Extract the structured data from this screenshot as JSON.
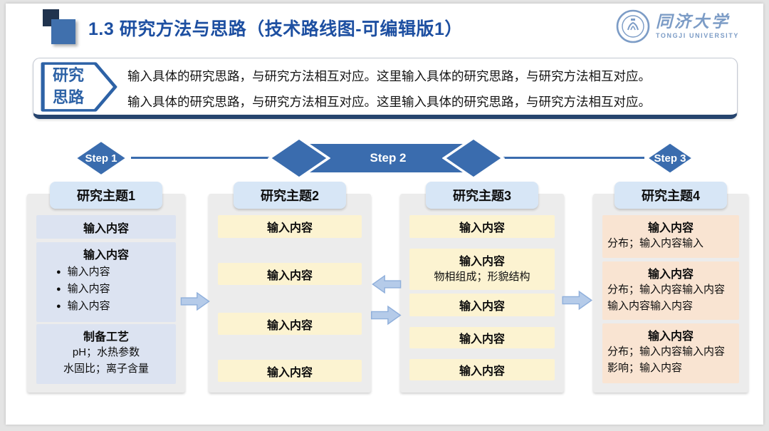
{
  "header": {
    "title": "1.3 研究方法与思路（技术路线图-可编辑版1）",
    "logo": {
      "cn": "同济大学",
      "en": "TONGJI UNIVERSITY"
    }
  },
  "intro": {
    "label_lines": [
      "研究",
      "思路"
    ],
    "lines": [
      "输入具体的研究思路，与研究方法相互对应。这里输入具体的研究思路，与研究方法相互对应。",
      "输入具体的研究思路，与研究方法相互对应。这里输入具体的研究思路，与研究方法相互对应。"
    ]
  },
  "steps": [
    "Step 1",
    "Step 2",
    "Step 3"
  ],
  "columns": [
    {
      "title": "研究主题1",
      "boxes": [
        {
          "title": "输入内容"
        },
        {
          "title": "输入内容",
          "bullets": [
            {
              "icon": "●",
              "text": "输入内容"
            },
            {
              "icon": "●",
              "text": "输入内容"
            },
            {
              "icon": "●",
              "text": "输入内容"
            }
          ]
        },
        {
          "title": "制备工艺",
          "lines": [
            "pH；水热参数",
            "水固比；离子含量"
          ]
        }
      ]
    },
    {
      "title": "研究主题2",
      "boxes": [
        {
          "title": "输入内容"
        },
        {
          "title": "输入内容"
        },
        {
          "title": "输入内容"
        },
        {
          "title": "输入内容"
        }
      ]
    },
    {
      "title": "研究主题3",
      "boxes": [
        {
          "title": "输入内容"
        },
        {
          "title": "输入内容",
          "lines": [
            "物相组成；形貌结构"
          ]
        },
        {
          "title": "输入内容"
        },
        {
          "title": "输入内容"
        },
        {
          "title": "输入内容"
        }
      ]
    },
    {
      "title": "研究主题4",
      "boxes": [
        {
          "title": "输入内容",
          "body": "分布；输入内容输入"
        },
        {
          "title": "输入内容",
          "body": "分布；输入内容输入内容输入内容输入内容"
        },
        {
          "title": "输入内容",
          "body": "分布；输入内容输入内容影响；输入内容"
        }
      ]
    }
  ],
  "colors": {
    "title_blue": "#1d4fa1",
    "step_blue": "#3a6cae",
    "dark_navy_bar": "#26446e",
    "col1_fill": "#dce3f1",
    "cream_fill": "#fcf3d1",
    "peach_fill": "#f9e4d2",
    "header_fill": "#d7e6f6",
    "container_gray": "#ececec",
    "arrow_fill": "#b5cbe9",
    "logo_blue": "#7c9cc6"
  }
}
